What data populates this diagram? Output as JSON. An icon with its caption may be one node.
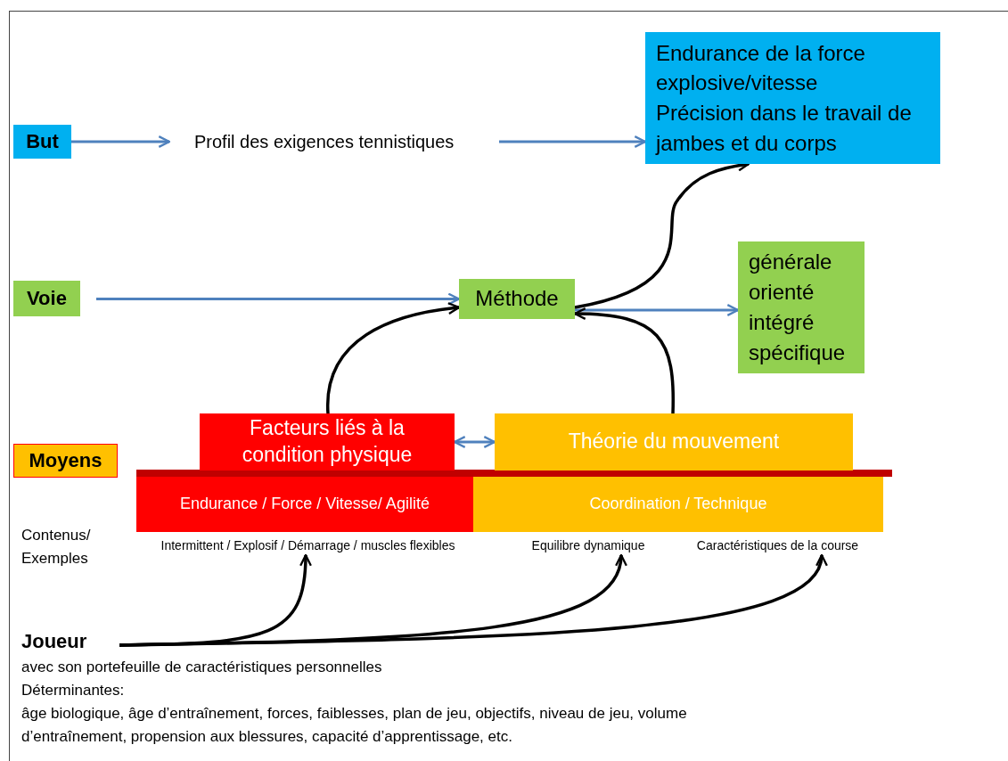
{
  "diagram": {
    "nodes": [
      {
        "text": [
          "But"
        ]
      },
      {
        "text": [
          "Profil des exigences tennistiques"
        ]
      },
      {
        "text": [
          "Endurance de la force explosive/vitesse",
          "Précision dans le travail de jambes et du corps"
        ]
      },
      {
        "text": [
          "Voie"
        ]
      },
      {
        "text": [
          "Méthode"
        ]
      },
      {
        "text": [
          "générale",
          "orienté",
          "intégré",
          "spécifique"
        ]
      },
      {
        "text": [
          "Moyens"
        ]
      },
      {
        "text": [
          "Facteurs liés à la condition physique"
        ]
      },
      {
        "text": [
          "Théorie du mouvement"
        ]
      },
      {
        "text": [
          "Endurance / Force / Vitesse/ Agilité"
        ]
      },
      {
        "text": [
          "Coordination / Technique"
        ]
      },
      {
        "text": [
          "Intermittent / Explosif / Démarrage / muscles flexibles"
        ]
      },
      {
        "text": [
          "Equilibre dynamique"
        ]
      },
      {
        "text": [
          "Caractéristiques de la course"
        ]
      },
      {
        "text": [
          "Joueur"
        ]
      }
    ],
    "edges": [
      {
        "from": 0,
        "to": 1,
        "arrow": "to",
        "color": "#4f81bd"
      },
      {
        "from": 1,
        "to": 2,
        "arrow": "to",
        "color": "#4f81bd"
      },
      {
        "from": 3,
        "to": 4,
        "arrow": "to",
        "color": "#4f81bd"
      },
      {
        "from": 4,
        "to": 5,
        "arrow": "to",
        "color": "#4f81bd"
      },
      {
        "from": 7,
        "to": 8,
        "arrow": "both",
        "color": "#4f81bd"
      },
      {
        "from": 7,
        "to": 4,
        "arrow": "to"
      },
      {
        "from": 8,
        "to": 4,
        "arrow": "to"
      },
      {
        "from": 4,
        "to": 2,
        "arrow": "to"
      },
      {
        "from": 14,
        "to": 11,
        "arrow": "to"
      },
      {
        "from": 14,
        "to": 12,
        "arrow": "to"
      },
      {
        "from": 14,
        "to": 13,
        "arrow": "to"
      }
    ],
    "labels": [
      "Contenus/ Exemples",
      "avec son portefeuille de caractéristiques personnelles",
      "Déterminantes:",
      "âge biologique, âge d’entraînement, forces, faiblesses, plan de jeu, objectifs, niveau de jeu, volume d’entraînement, propension aux blessures, capacité d’apprentissage, etc."
    ]
  }
}
